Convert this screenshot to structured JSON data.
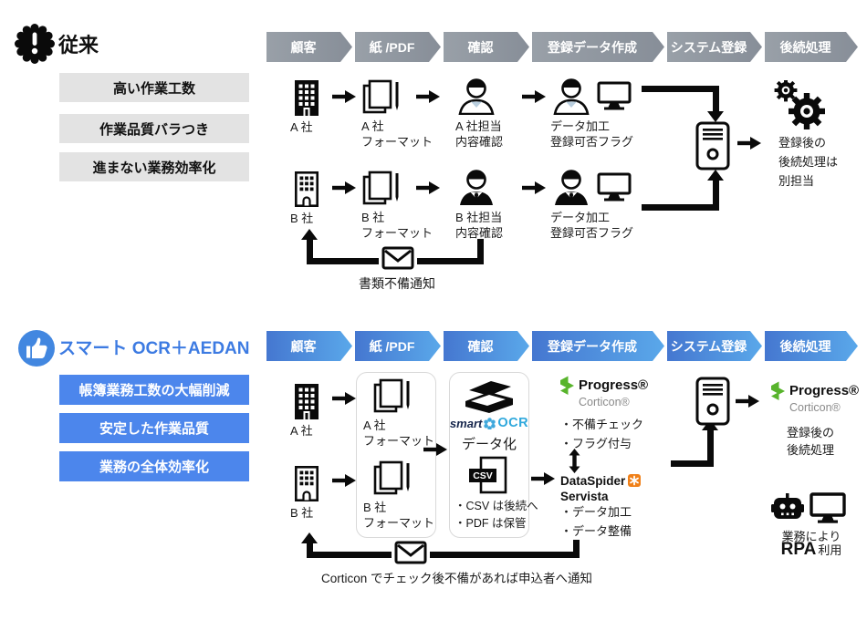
{
  "colors": {
    "accent_blue": "#3D7BE2",
    "chevron_gray_start": "#99A0A8",
    "chevron_gray_end": "#878E98",
    "chevron_blue_start": "#4577D0",
    "chevron_blue_end": "#5AA8EA",
    "issue_box_bg": "#E3E3E3",
    "benefit_box_bg": "#4C86EC",
    "progress_green": "#58B42C",
    "dataspider_orange": "#F08018",
    "smartocr_blue": "#2FA8DC"
  },
  "stages": [
    "顧客",
    "紙 /PDF",
    "確認",
    "登録データ作成",
    "システム登録",
    "後続処理"
  ],
  "legacy": {
    "title": "従来",
    "issues": [
      "高い作業工数",
      "作業品質バラつき",
      "進まない業務効率化"
    ],
    "row_a": {
      "company": "A 社",
      "format": "A 社\nフォーマット",
      "check": "A 社担当\n内容確認",
      "process": "データ加工\n登録可否フラグ"
    },
    "row_b": {
      "company": "B 社",
      "format": "B 社\nフォーマット",
      "check": "B 社担当\n内容確認",
      "process": "データ加工\n登録可否フラグ"
    },
    "after_note": "登録後の\n後続処理は\n別担当",
    "notice": "書類不備通知"
  },
  "smart": {
    "title": "スマート OCR＋AEDAN",
    "benefits": [
      "帳簿業務工数の大幅削減",
      "安定した作業品質",
      "業務の全体効率化"
    ],
    "company_a": "A 社",
    "company_b": "B 社",
    "format_a": "A 社\nフォーマット",
    "format_b": "B 社\nフォーマット",
    "ocr": {
      "brand_left": "smart",
      "brand_right": "OCR",
      "dataize": "データ化",
      "csv_label": "CSV",
      "notes": "・CSV は後続へ\n・PDF は保管"
    },
    "corticon": {
      "brand": "Progress®",
      "product": "Corticon®",
      "notes": "・不備チェック\n・フラグ付与"
    },
    "dataspider": {
      "brand": "DataSpider",
      "product": "Servista",
      "notes": "・データ加工\n・データ整備"
    },
    "after": {
      "brand": "Progress®",
      "product": "Corticon®",
      "caption": "登録後の\n後続処理"
    },
    "rpa": {
      "caption": "業務により",
      "big": "RPA",
      "suffix": "利用"
    },
    "notice": "Corticon でチェック後不備があれば申込者へ通知"
  }
}
